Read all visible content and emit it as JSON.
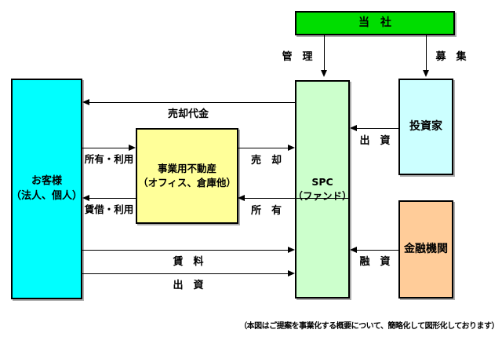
{
  "figure": {
    "caption": "（本図はご提案を事業化する概要について、簡略化して図形化しております）"
  },
  "colors": {
    "company": "#00DD00",
    "customer": "#00FFFF",
    "real_estate": "#FFFF99",
    "spc": "#CCFFCC",
    "investor": "#CCFFFF",
    "bank": "#FFCC99",
    "line": "#000000",
    "shadow": "#ADADAD"
  },
  "boxes": {
    "company": {
      "label": "当　社"
    },
    "customer": {
      "line1": "お客様",
      "line2": "（法人、個人）"
    },
    "real_estate": {
      "line1": "事業用不動産",
      "line2": "（オフィス、倉庫他）"
    },
    "spc": {
      "line1": "SPC",
      "line2": "（ファンド）"
    },
    "investor": {
      "label": "投資家"
    },
    "bank": {
      "label": "金融機関"
    }
  },
  "arrows": {
    "kanri": {
      "label": "管　理",
      "from": "当社",
      "to": "SPC（ファンド）"
    },
    "boshu": {
      "label": "募　集",
      "from": "当社",
      "to": "投資家"
    },
    "baikyaku_daikin": {
      "label": "売却代金",
      "from": "SPC（ファンド）",
      "to": "お客様"
    },
    "shoyu_riyo": {
      "label": "所有・利用",
      "from": "お客様",
      "to": "事業用不動産"
    },
    "baikyaku": {
      "label": "売　却",
      "from": "事業用不動産",
      "to": "SPC（ファンド）"
    },
    "chinshaku_riyo": {
      "label": "賃借・利用",
      "from": "事業用不動産",
      "to": "お客様"
    },
    "shoyu": {
      "label": "所　有",
      "from": "SPC（ファンド）",
      "to": "事業用不動産"
    },
    "chinryo": {
      "label": "賃　料",
      "from": "お客様",
      "to": "SPC（ファンド）"
    },
    "shusshi_bottom": {
      "label": "出　資",
      "from": "お客様",
      "to": "SPC（ファンド）"
    },
    "shusshi_right": {
      "label": "出　資",
      "from": "投資家",
      "to": "SPC（ファンド）"
    },
    "yushi": {
      "label": "融　資",
      "from": "金融機関",
      "to": "SPC（ファンド）"
    }
  }
}
